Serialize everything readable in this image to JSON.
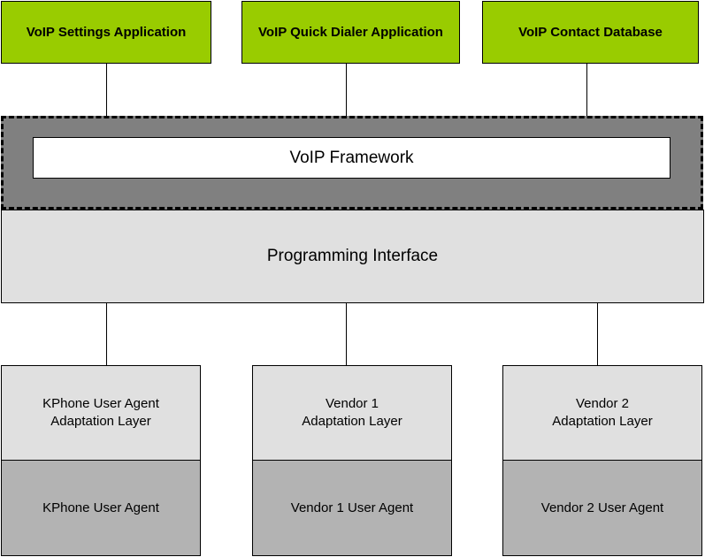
{
  "apps": [
    {
      "label": "VoIP Settings Application"
    },
    {
      "label": "VoIP Quick Dialer Application"
    },
    {
      "label": "VoIP Contact Database"
    }
  ],
  "framework": {
    "label": "VoIP Framework"
  },
  "programming_interface": {
    "label": "Programming Interface"
  },
  "agents": [
    {
      "adaptation": "KPhone User Agent\nAdaptation Layer",
      "user_agent": "KPhone User Agent"
    },
    {
      "adaptation": "Vendor 1\nAdaptation Layer",
      "user_agent": "Vendor 1 User Agent"
    },
    {
      "adaptation": "Vendor 2\nAdaptation Layer",
      "user_agent": "Vendor 2 User Agent"
    }
  ],
  "colors": {
    "app_green": "#99cc00",
    "framework_gray": "#808080",
    "light_gray": "#e0e0e0",
    "mid_gray": "#b3b3b3"
  }
}
